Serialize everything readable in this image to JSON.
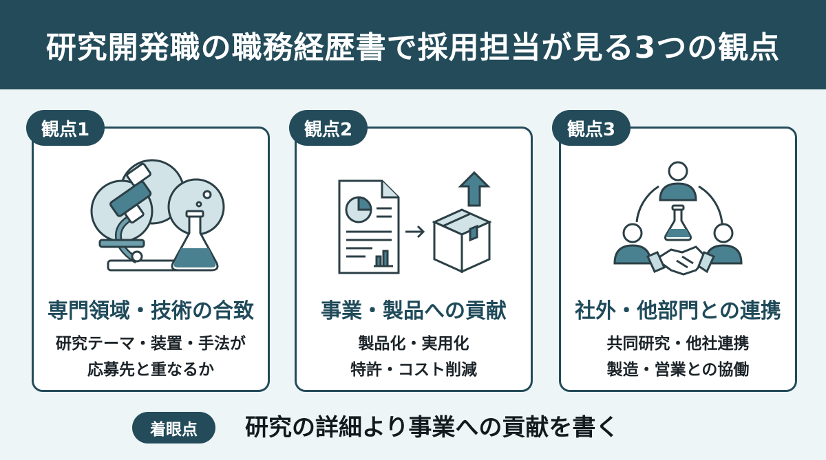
{
  "title": "研究開発職の職務経歴書で採用担当が見る3つの観点",
  "cards": [
    {
      "tab": "観点1",
      "title": "専門領域・技術の合致",
      "desc": [
        "研究テーマ・装置・手法が",
        "応募先と重なるか"
      ],
      "icon": "microscope-flask-icon"
    },
    {
      "tab": "観点2",
      "title": "事業・製品への貢献",
      "desc": [
        "製品化・実用化",
        "特許・コスト削減"
      ],
      "icon": "report-to-product-icon"
    },
    {
      "tab": "観点3",
      "title": "社外・他部門との連携",
      "desc": [
        "共同研究・他社連携",
        "製造・営業との協働"
      ],
      "icon": "collaboration-network-icon"
    }
  ],
  "footer": {
    "badge": "着眼点",
    "text": "研究の詳細より事業への貢献を書く"
  },
  "colors": {
    "primary": "#234b5a",
    "accent": "#4a8190",
    "light": "#c5dce1"
  }
}
